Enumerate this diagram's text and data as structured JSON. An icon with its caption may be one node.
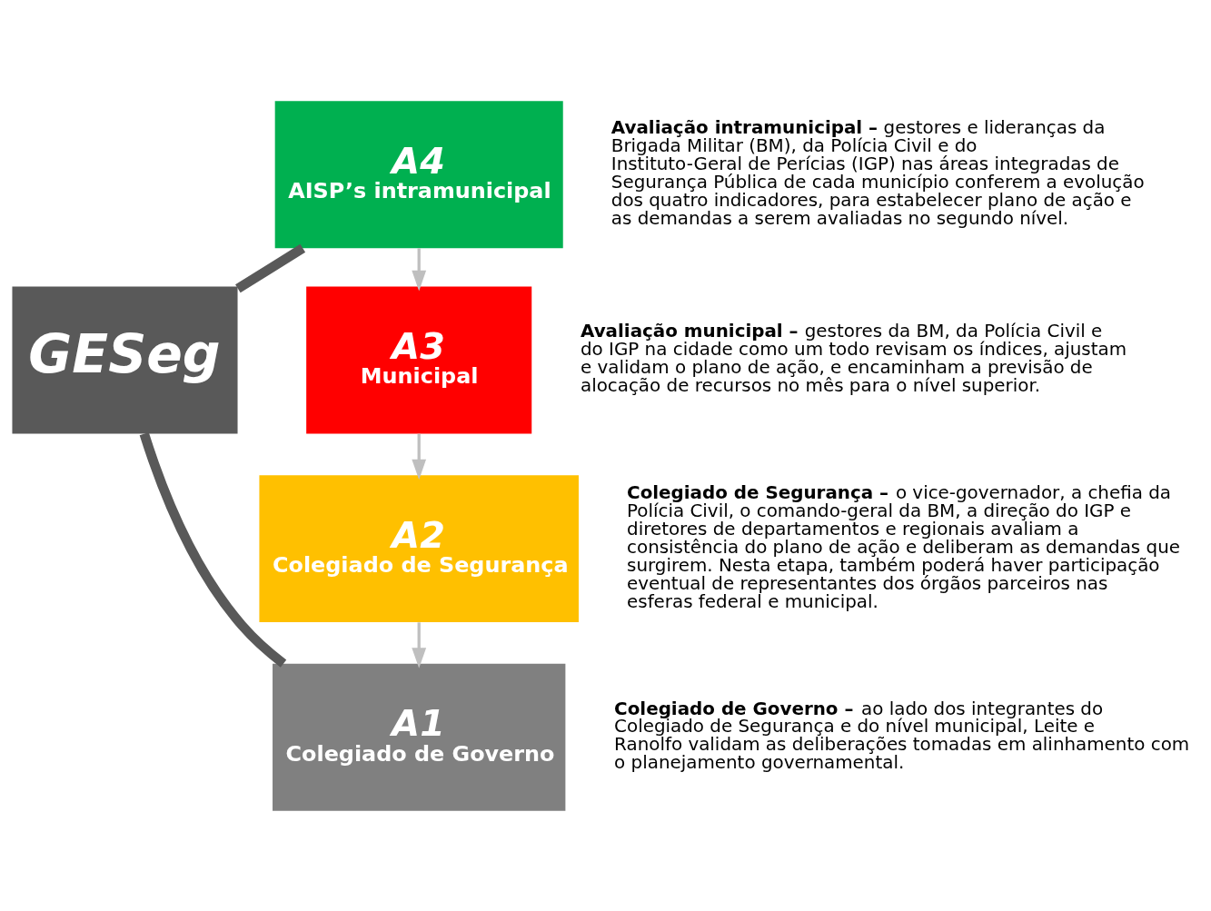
{
  "diagram": {
    "nodes": [
      {
        "text": [
          "GESeg"
        ]
      },
      {
        "text": [
          "A4",
          "AISP’s intramunicipal"
        ],
        "beside": [
          "**Avaliação intramunicipal –** gestores e lideranças da Brigada Militar (BM), da Polícia Civil e do Instituto-Geral de Perícias (IGP) nas áreas integradas de Segurança Pública de cada município conferem a evolução dos quatro indicadores, para estabelecer plano de ação e as demandas a serem avaliadas no segundo nível."
        ]
      },
      {
        "text": [
          "A3",
          "Municipal"
        ],
        "beside": [
          "**Avaliação municipal –** gestores da BM, da Polícia Civil e do IGP na cidade como um todo revisam os índices, ajustam e validam o plano de ação, e encaminham a previsão de alocação de recursos no mês para o nível superior."
        ]
      },
      {
        "text": [
          "A2",
          "Colegiado de Segurança"
        ],
        "beside": [
          "**Colegiado de Segurança –** o vice-governador, a chefia da Polícia Civil, o comando-geral da BM, a direção do IGP e diretores de departamentos e regionais avaliam a consistência do plano de ação e deliberam as demandas que surgirem. Nesta etapa, também poderá haver participação eventual de representantes dos órgãos parceiros nas esferas federal e municipal."
        ]
      },
      {
        "text": [
          "A1",
          "Colegiado de Governo"
        ],
        "beside": [
          "**Colegiado de Governo –** ao lado dos integrantes do Colegiado de Segurança e do nível municipal, Leite e Ranolfo validam as deliberações tomadas em alinhamento com o planejamento governamental."
        ]
      }
    ],
    "edges": [
      {
        "from": 1,
        "to": 2,
        "arrow": "to"
      },
      {
        "from": 2,
        "to": 3,
        "arrow": "to"
      },
      {
        "from": 3,
        "to": 4,
        "arrow": "to"
      },
      {
        "from": 0,
        "to": 1,
        "arrow": "none",
        "style": "thick",
        "color": "#595959"
      },
      {
        "from": 0,
        "to": 4,
        "arrow": "none",
        "style": "thick",
        "color": "#595959"
      }
    ]
  }
}
